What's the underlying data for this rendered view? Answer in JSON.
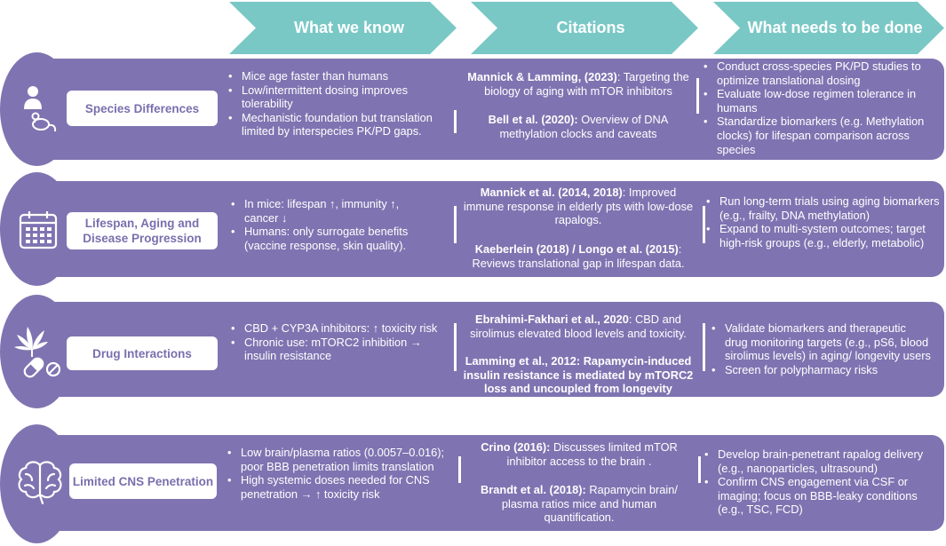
{
  "headers": [
    "What we know",
    "Citations",
    "What needs to be done"
  ],
  "colors": {
    "header_teal": "#79c8c6",
    "band_purple": "#7f74b1",
    "label_text": "#7a6fae"
  },
  "rows": [
    {
      "label": "Species Differences",
      "icon": "person-mouse-icon",
      "know": [
        "Mice age faster than humans",
        "Low/intermittent dosing improves tolerability",
        "Mechanistic foundation but translation limited by interspecies PK/PD gaps."
      ],
      "citations": [
        {
          "lead": "Mannick & Lamming, (2023)",
          "rest": ": Targeting the biology of aging with mTOR inhibitors"
        },
        {
          "lead": "Bell et al. (2020):",
          "rest": " Overview of DNA methylation clocks and caveats"
        }
      ],
      "todo": [
        "Conduct cross-species PK/PD studies to optimize translational dosing",
        "Evaluate low-dose regimen tolerance in humans",
        "Standardize biomarkers (e.g. Methylation clocks) for lifespan comparison across species"
      ]
    },
    {
      "label": "Lifespan, Aging and Disease Progression",
      "icon": "calendar-icon",
      "know": [
        "In mice: lifespan ↑, immunity ↑, cancer ↓",
        "Humans: only surrogate benefits (vaccine response, skin quality)."
      ],
      "citations": [
        {
          "lead": "Mannick et al. (2014, 2018)",
          "rest": ": Improved immune response in elderly pts with low-dose rapalogs."
        },
        {
          "lead": "Kaeberlein (2018) / Longo et al. (2015)",
          "rest": ": Reviews translational gap in lifespan data."
        }
      ],
      "todo": [
        "Run long-term trials using aging biomarkers (e.g., frailty, DNA methylation)",
        "Expand to multi-system outcomes; target high-risk groups (e.g., elderly, metabolic)"
      ]
    },
    {
      "label": "Drug Interactions",
      "icon": "cannabis-pill-icon",
      "know": [
        "CBD + CYP3A inhibitors: ↑ toxicity risk",
        "Chronic use: mTORC2 inhibition → insulin resistance"
      ],
      "citations": [
        {
          "lead": "Ebrahimi-Fakhari et al., 2020",
          "rest": ": CBD and sirolimus elevated blood levels and toxicity."
        },
        {
          "lead": "Lamming et al., 2012: Rapamycin-induced insulin resistance is mediated by mTORC2 loss and uncoupled from longevity",
          "rest": ""
        }
      ],
      "todo": [
        "Validate biomarkers and therapeutic drug monitoring targets (e.g., pS6, blood sirolimus levels) in aging/ longevity users",
        "Screen for polypharmacy risks"
      ]
    },
    {
      "label": "Limited CNS Penetration",
      "icon": "brain-icon",
      "know": [
        "Low brain/plasma ratios (0.0057–0.016); poor BBB penetration limits translation",
        "High systemic doses needed for CNS penetration → ↑ toxicity risk"
      ],
      "citations": [
        {
          "lead": "Crino (2016):",
          "rest": " Discusses limited mTOR inhibitor access to the brain ."
        },
        {
          "lead": "Brandt et al. (2018):",
          "rest": " Rapamycin brain/ plasma ratios mice and human quantification."
        }
      ],
      "todo": [
        "Develop brain-penetrant rapalog delivery (e.g., nanoparticles, ultrasound)",
        "Confirm CNS engagement via CSF or imaging; focus on BBB-leaky conditions (e.g., TSC, FCD)"
      ]
    }
  ]
}
